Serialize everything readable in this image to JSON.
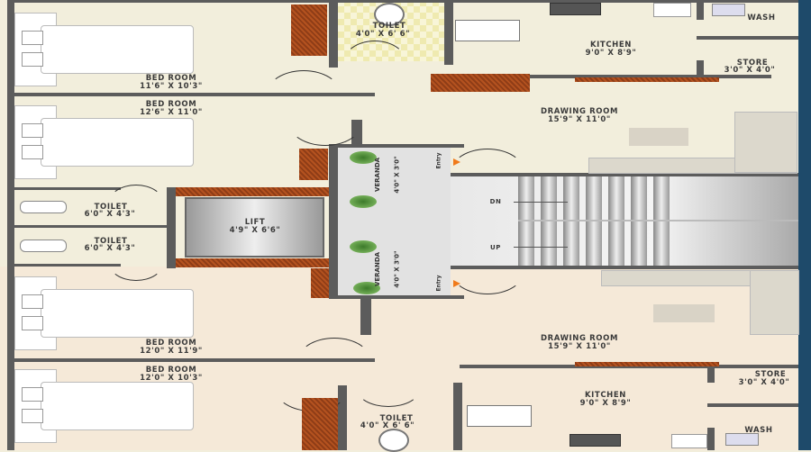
{
  "colors": {
    "wall": "#5c5c5c",
    "floor_top": "#f2eedc",
    "floor_bottom": "#f5e9d8",
    "wood": "#a4461c",
    "veranda": "#e2e2e2",
    "outer": "#1e4a6a"
  },
  "icons": [
    "bed-icon",
    "toilet-seat-icon",
    "plant-icon",
    "stove-icon",
    "sink-icon",
    "sofa-icon",
    "dining-table-icon",
    "arrow-icon"
  ],
  "top_flat": {
    "bedroom1": {
      "name": "BED ROOM",
      "size": "11'6\" X 10'3\""
    },
    "bedroom2": {
      "name": "BED ROOM",
      "size": "12'6\" X 11'0\""
    },
    "toilet_main": {
      "name": "TOILET",
      "size": "4'0\" X 6' 6\""
    },
    "kitchen": {
      "name": "KITCHEN",
      "size": "9'0\" X 8'9\""
    },
    "wash": {
      "name": "WASH"
    },
    "store": {
      "name": "STORE",
      "size": "3'0\" X 4'0\""
    },
    "drawing": {
      "name": "DRAWING ROOM",
      "size": "15'9\" X 11'0\""
    },
    "toilet_side": {
      "name": "TOILET",
      "size": "6'0\" X 4'3\""
    },
    "veranda": {
      "name": "VERANDA",
      "size": "4'0\" X 3'0\""
    },
    "entry": "Entry"
  },
  "core": {
    "lift": {
      "name": "LIFT",
      "size": "4'9\" X 6'6\""
    },
    "stairs_down": "DN",
    "stairs_up": "UP"
  },
  "bottom_flat": {
    "toilet_side": {
      "name": "TOILET",
      "size": "6'0\" X 4'3\""
    },
    "veranda": {
      "name": "VERANDA",
      "size": "4'0\" X 3'0\""
    },
    "entry": "Entry",
    "drawing": {
      "name": "DRAWING ROOM",
      "size": "15'9\" X 11'0\""
    },
    "bedroom1": {
      "name": "BED ROOM",
      "size": "12'0\" X 11'9\""
    },
    "bedroom2": {
      "name": "BED ROOM",
      "size": "12'0\" X 10'3\""
    },
    "store": {
      "name": "STORE",
      "size": "3'0\" X 4'0\""
    },
    "kitchen": {
      "name": "KITCHEN",
      "size": "9'0\" X 8'9\""
    },
    "toilet_main": {
      "name": "TOILET",
      "size": "4'0\" X 6' 6\""
    },
    "wash": {
      "name": "WASH"
    }
  }
}
